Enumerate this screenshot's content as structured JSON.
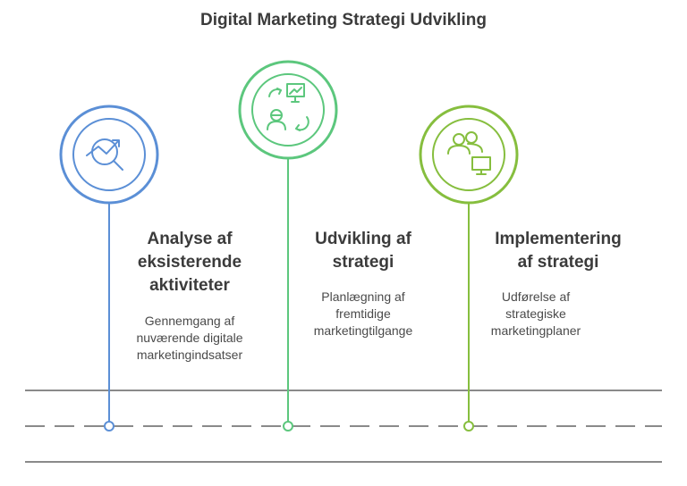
{
  "title": "Digital Marketing Strategi Udvikling",
  "colors": {
    "step1": "#5b8fd6",
    "step2": "#5cc77d",
    "step3": "#86be3e",
    "road": "#8a8a8a"
  },
  "steps": [
    {
      "icon": "magnifier-growth-chart-icon",
      "head": [
        "Analyse af",
        "eksisterende",
        "aktiviteter"
      ],
      "desc": [
        "Gennemgang af",
        "nuværende digitale",
        "marketingindsatser"
      ]
    },
    {
      "icon": "strategy-presentation-icon",
      "head": [
        "Udvikling af",
        "strategi"
      ],
      "desc": [
        "Planlægning af",
        "fremtidige",
        "marketingtilgange"
      ]
    },
    {
      "icon": "team-computer-icon",
      "head": [
        "Implementering",
        "af strategi"
      ],
      "desc": [
        "Udførelse af",
        "strategiske",
        "marketingplaner"
      ]
    }
  ]
}
